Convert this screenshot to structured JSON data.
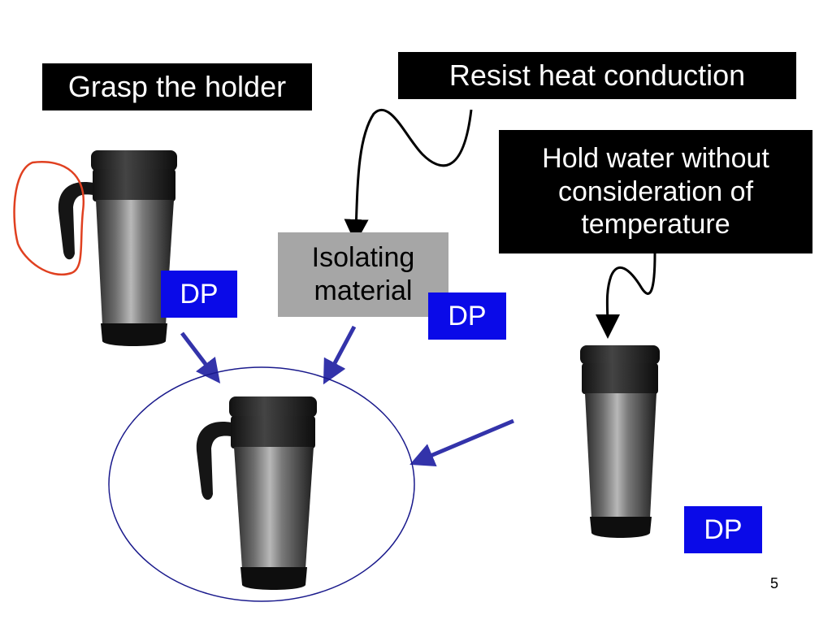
{
  "labels": {
    "grasp": "Grasp the holder",
    "resist": "Resist heat conduction",
    "hold": [
      "Hold water without",
      "consideration of",
      "temperature"
    ],
    "isolating": [
      "Isolating",
      "material"
    ],
    "dp": "DP"
  },
  "page_number": "5",
  "colors": {
    "label_bg": "#000000",
    "dp_bg": "#0a0ae8",
    "isolating_bg": "#a6a6a6",
    "arrow_blue": "#3333aa",
    "ellipse": "#1a1a8c",
    "highlight": "#e04020"
  },
  "icons": [
    "travel-mug-with-handle-icon",
    "travel-mug-icon",
    "travel-mug-combined-icon"
  ]
}
